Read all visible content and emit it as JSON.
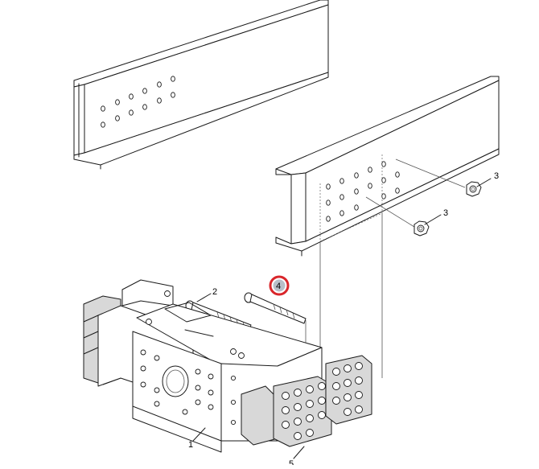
{
  "diagram": {
    "callouts": [
      {
        "id": "1",
        "label": "1"
      },
      {
        "id": "2",
        "label": "2"
      },
      {
        "id": "3a",
        "label": "3"
      },
      {
        "id": "3b",
        "label": "3"
      },
      {
        "id": "4",
        "label": "4",
        "highlighted": true
      },
      {
        "id": "5",
        "label": "5"
      }
    ],
    "highlight_color": "#d9262b",
    "highlight_fill": "#b8bfc9"
  }
}
